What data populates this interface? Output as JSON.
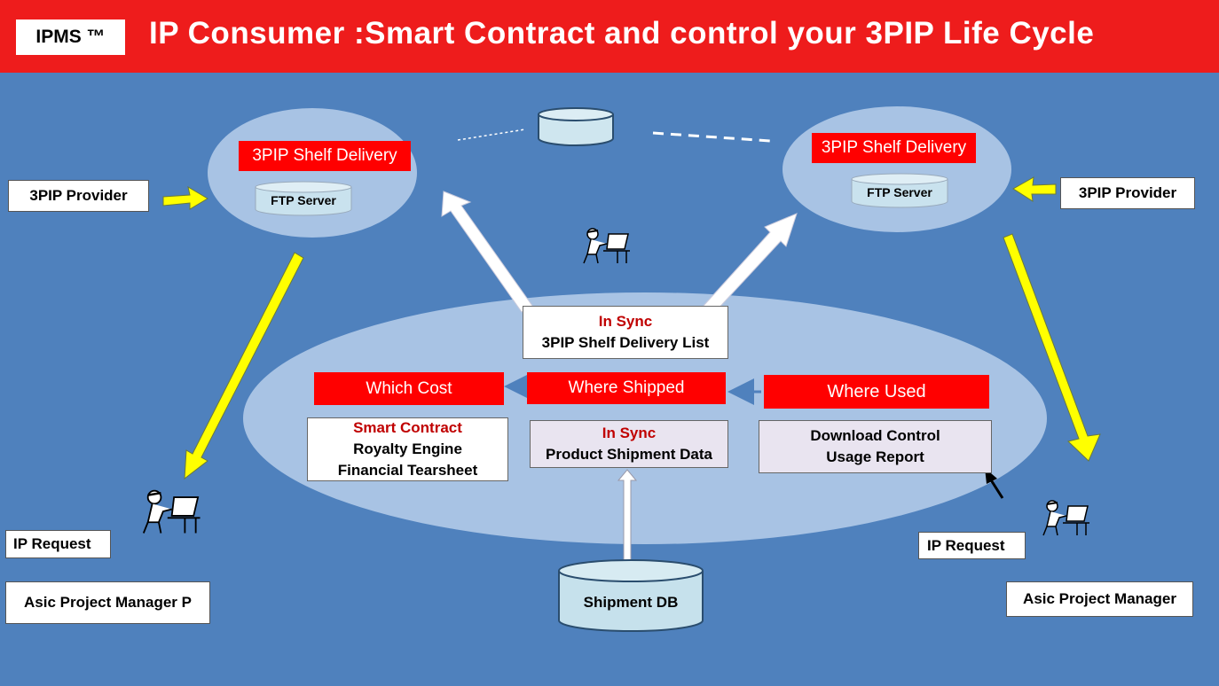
{
  "header": {
    "badge": "IPMS ™",
    "title": "IP Consumer :Smart Contract and control your 3PIP Life Cycle"
  },
  "left_site": {
    "delivery_label": "3PIP  Shelf Delivery",
    "server_label": "FTP Server",
    "provider_label": "3PIP Provider",
    "request_label": "IP Request",
    "manager_label": "Asic Project Manager P"
  },
  "right_site": {
    "delivery_label": "3PIP Shelf Delivery",
    "server_label": "FTP Server",
    "provider_label": "3PIP Provider",
    "request_label": "IP Request",
    "manager_label": "Asic Project Manager"
  },
  "center": {
    "sync_list": {
      "status": "In Sync",
      "label": "3PIP Shelf Delivery List"
    },
    "which_cost": "Which Cost",
    "where_shipped": "Where Shipped",
    "where_used": "Where Used",
    "smart_contract": {
      "title": "Smart Contract",
      "line1": "Royalty Engine",
      "line2": "Financial Tearsheet"
    },
    "shipment_sync": {
      "status": "In Sync",
      "label": "Product  Shipment Data"
    },
    "download_control": {
      "line1": "Download Control",
      "line2": "Usage  Report"
    }
  },
  "shipment_db": "Shipment DB",
  "colors": {
    "background": "#4f81bd",
    "header_red": "#ee1c1c",
    "label_red": "#ff0000",
    "ellipse": "#a8c3e4",
    "arrow_yellow": "#ffff00",
    "status_red": "#c00000"
  },
  "icons": [
    "person-at-computer-icon",
    "database-cylinder-icon"
  ]
}
